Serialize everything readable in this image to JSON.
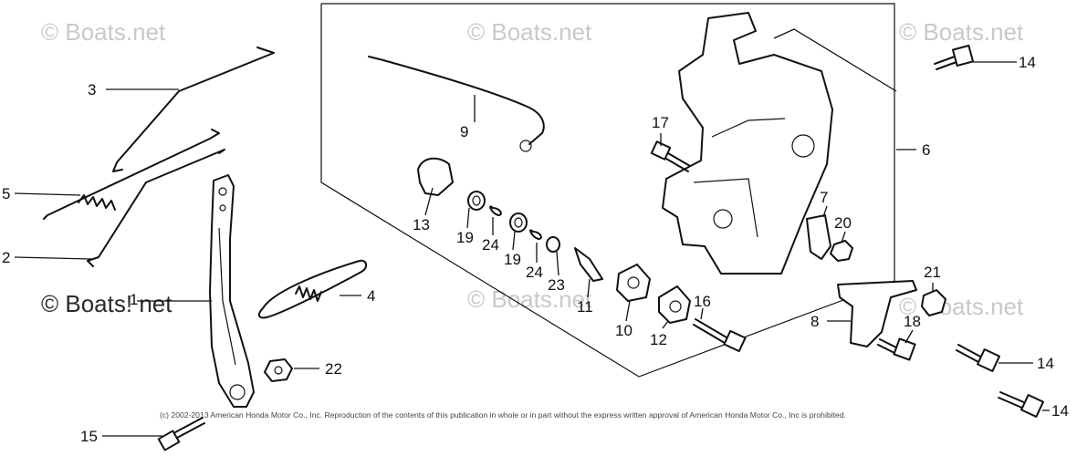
{
  "watermark": {
    "text": "© Boats.net",
    "text_large": "© Boats! net"
  },
  "copyright": "(c) 2002-2013 American Honda Motor Co., Inc. Reproduction of the contents of this publication in whole or in part without the express written approval of American Honda Motor Co., Inc is prohibited.",
  "callouts": {
    "c1": "1",
    "c2": "2",
    "c3": "3",
    "c4": "4",
    "c5": "5",
    "c6": "6",
    "c7": "7",
    "c8": "8",
    "c9": "9",
    "c10": "10",
    "c11": "11",
    "c12": "12",
    "c13": "13",
    "c14a": "14",
    "c14b": "14",
    "c14c": "14",
    "c15": "15",
    "c16": "16",
    "c17": "17",
    "c18": "18",
    "c19a": "19",
    "c19b": "19",
    "c20": "20",
    "c21": "21",
    "c22": "22",
    "c23": "23",
    "c24a": "24",
    "c24b": "24"
  }
}
